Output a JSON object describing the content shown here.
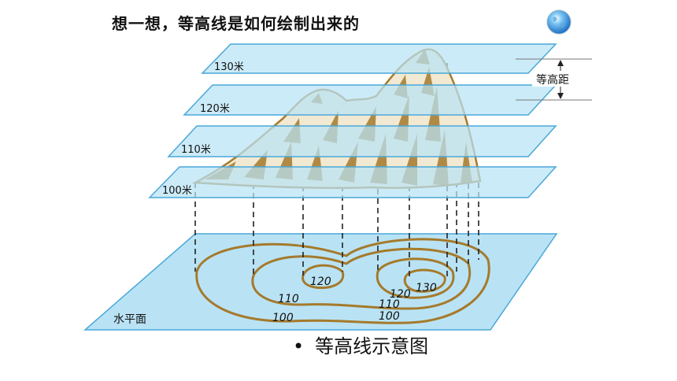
{
  "header": {
    "title": "想一想，等高线是如何绘制出来的"
  },
  "icons": {
    "globe": "globe-icon"
  },
  "diagram": {
    "planes": [
      {
        "label": "130米"
      },
      {
        "label": "120米"
      },
      {
        "label": "110米"
      },
      {
        "label": "100米"
      }
    ],
    "spacing_label": "等高距",
    "base_label": "水平面",
    "contour_labels": [
      "120",
      "110",
      "100",
      "130",
      "120",
      "110",
      "100"
    ]
  },
  "caption": {
    "bullet": "•",
    "text": "等高线示意图"
  },
  "colors": {
    "plane_fill": "#b9e3f5",
    "plane_edge": "#4aa8d8",
    "mountain": "#a57a2c",
    "contour": "#a57a2c"
  }
}
